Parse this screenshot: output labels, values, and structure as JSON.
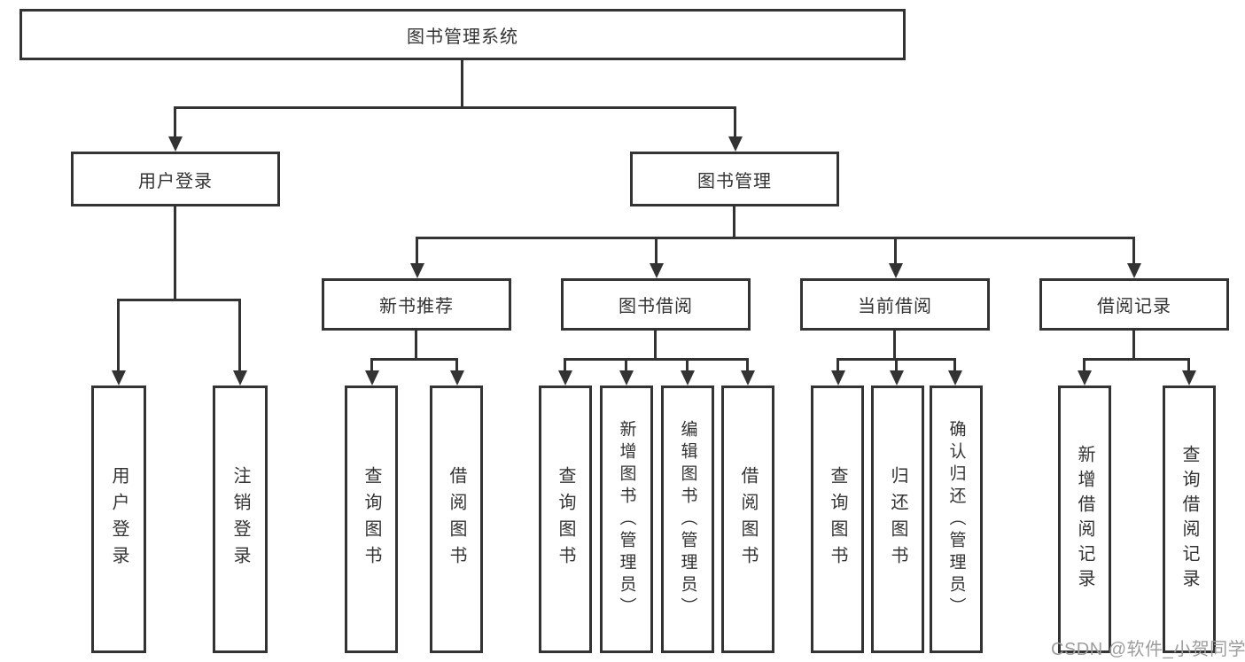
{
  "diagram": {
    "title": "图书管理系统",
    "watermark": "CSDN @软件_小贺同学",
    "colors": {
      "line": "#333333",
      "box_border": "#333333",
      "text": "#333333",
      "watermark_text": "#9d9d9d",
      "background": "#ffffff"
    },
    "level2": [
      "用户登录",
      "图书管理"
    ],
    "level3": [
      "新书推荐",
      "图书借阅",
      "当前借阅",
      "借阅记录"
    ],
    "leaves": {
      "user_login": [
        "用户登录",
        "注销登录"
      ],
      "new_books": [
        "查询图书",
        "借阅图书"
      ],
      "book_borrow": [
        "查询图书",
        "新增图书（管理员）",
        "编辑图书（管理员）",
        "借阅图书"
      ],
      "current_borrow": [
        "查询图书",
        "归还图书",
        "确认归还（管理员）"
      ],
      "borrow_records": [
        "新增借阅记录",
        "查询借阅记录"
      ]
    }
  }
}
